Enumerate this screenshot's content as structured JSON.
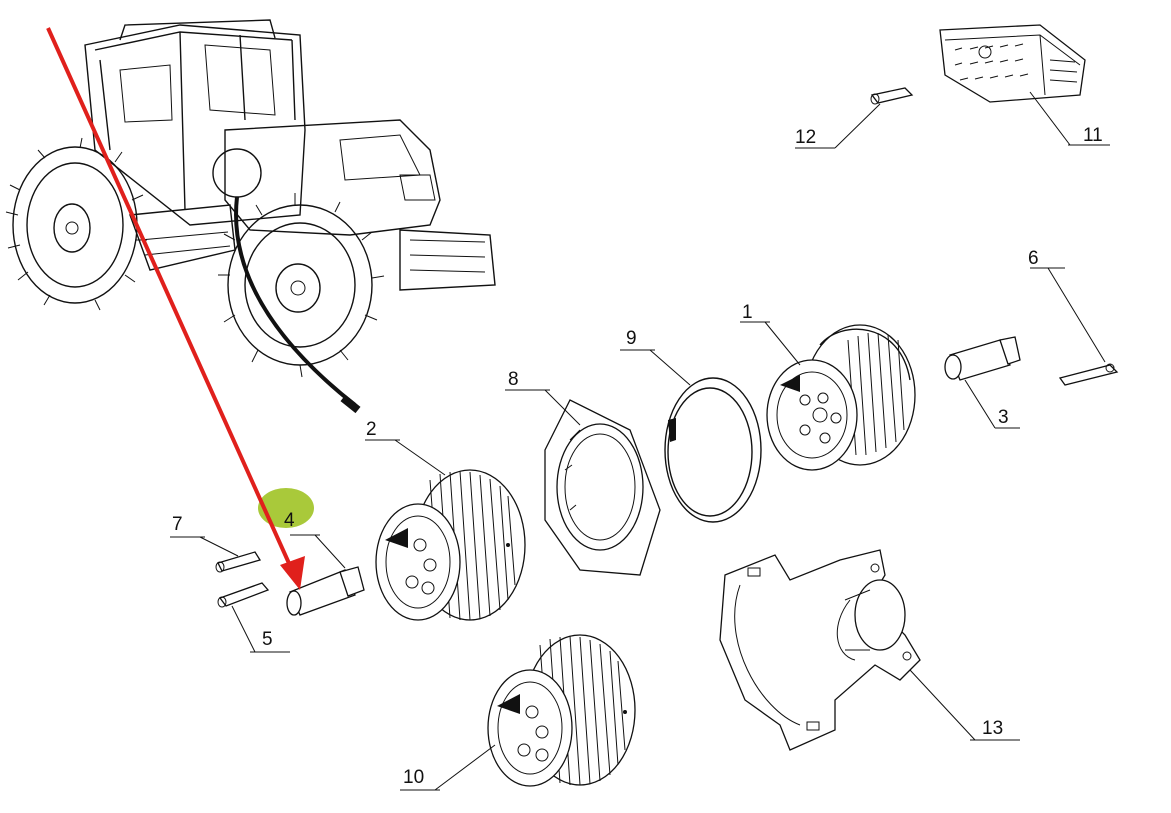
{
  "diagram": {
    "callouts": [
      {
        "id": "1",
        "text": "1"
      },
      {
        "id": "2",
        "text": "2"
      },
      {
        "id": "3",
        "text": "3"
      },
      {
        "id": "4",
        "text": "4"
      },
      {
        "id": "5",
        "text": "5"
      },
      {
        "id": "6",
        "text": "6"
      },
      {
        "id": "7",
        "text": "7"
      },
      {
        "id": "8",
        "text": "8"
      },
      {
        "id": "9",
        "text": "9"
      },
      {
        "id": "10",
        "text": "10"
      },
      {
        "id": "11",
        "text": "11"
      },
      {
        "id": "12",
        "text": "12"
      },
      {
        "id": "13",
        "text": "13"
      }
    ],
    "highlight": {
      "callout": "4",
      "color": "#a9c93a"
    },
    "arrow": {
      "color": "#e0201c",
      "points_to": "4"
    },
    "colors": {
      "ink": "#111111",
      "background": "#ffffff"
    }
  }
}
